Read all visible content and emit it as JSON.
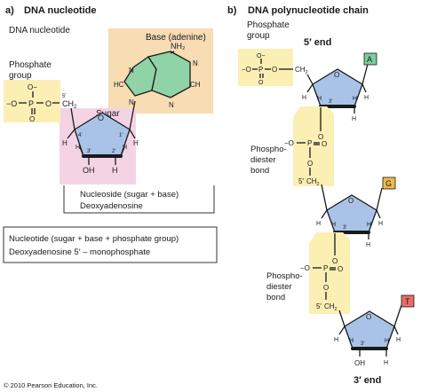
{
  "panel_a": {
    "letter": "a)",
    "title": "DNA  nucleotide",
    "subtitle": "DNA nucleotide",
    "phosphate_label_1": "Phosphate",
    "phosphate_label_2": "group",
    "sugar_label": "Sugar",
    "base_label": "Base (adenine)",
    "nucleoside_line1": "Nucleoside (sugar + base)",
    "nucleoside_line2": "Deoxyadenosine",
    "nucleotide_line1": "Nucleotide (sugar + base + phosphate group)",
    "nucleotide_line2": "Deoxyadenosine 5′ – monophosphate"
  },
  "panel_b": {
    "letter": "b)",
    "title": "DNA polynucleotide chain",
    "phosphate_label_1": "Phosphate",
    "phosphate_label_2": "group",
    "five_prime_end": "5′ end",
    "three_prime_end": "3′ end",
    "phosphodiester_1": "Phospho-",
    "phosphodiester_2": "diester",
    "phosphodiester_3": "bond",
    "bases": [
      "A",
      "G",
      "T"
    ]
  },
  "chem": {
    "o_minus": "−O",
    "o": "O",
    "o_minus_top": "O−",
    "p": "P",
    "ch2": "CH",
    "sub2": "2",
    "h": "H",
    "oh": "OH",
    "c5": "5′",
    "c4": "4′",
    "c3": "3′",
    "c2": "2′",
    "c1": "1′",
    "nh2": "NH₂",
    "n": "N",
    "hc": "HC",
    "ch": "CH"
  },
  "copyright": "© 2010 Pearson Education, Inc.",
  "colors": {
    "phosphate_fill": "#fbefb4",
    "sugar_bg": "#f4d3e4",
    "base_bg": "#f7dcb4",
    "sugar_ring": "#a9c3e8",
    "ring_green": "#8fd3a6",
    "base_A": "#7ccc9d",
    "base_G": "#f0b94e",
    "base_T": "#ea6c66"
  }
}
